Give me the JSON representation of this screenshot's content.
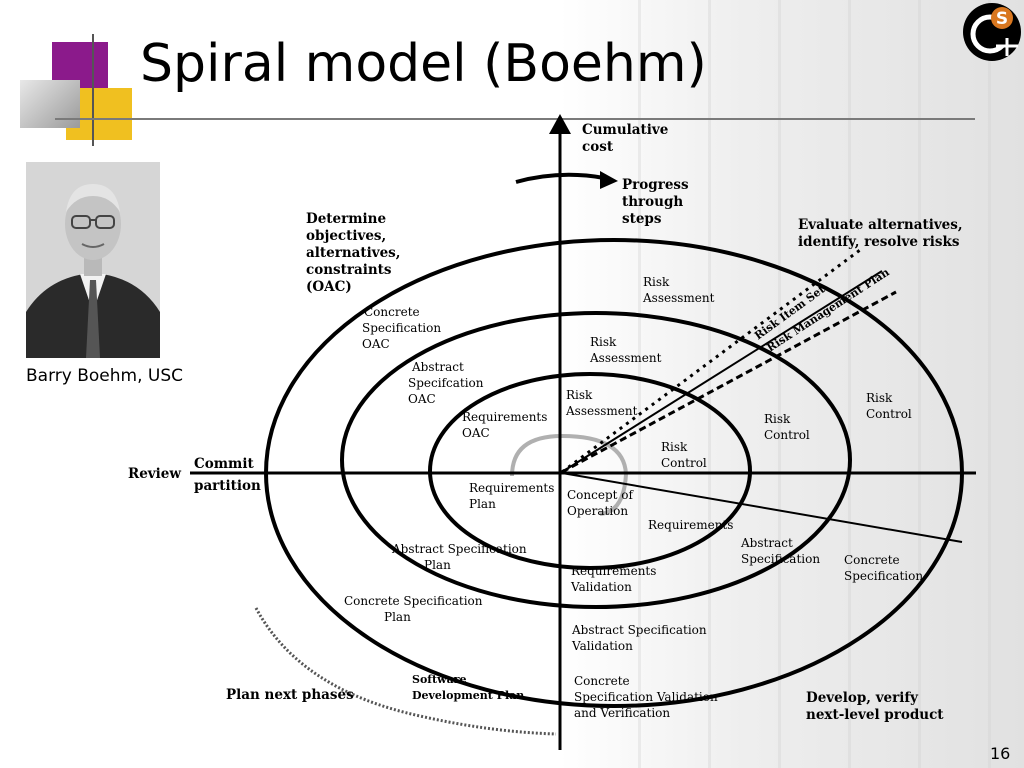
{
  "title": "Spiral model (Boehm)",
  "logo": {
    "text": "S",
    "icon": "cse-logo-icon"
  },
  "caption": "Barry Boehm, USC",
  "slide_number": "16",
  "axis": {
    "y_label_1": "Cumulative",
    "y_label_2": "cost",
    "review": "Review",
    "commit_1": "Commit",
    "commit_2": "partition"
  },
  "progress": [
    "Progress",
    "through",
    "steps"
  ],
  "quadrants": {
    "determine": [
      "Determine",
      "objectives,",
      "alternatives,",
      "constraints",
      "(OAC)"
    ],
    "evaluate": [
      "Evaluate alternatives,",
      "identify, resolve risks"
    ],
    "develop": [
      "Develop, verify",
      "next-level product"
    ],
    "plan": "Plan next phases"
  },
  "spokes": {
    "risk_item_set": "Risk Item Set",
    "risk_management_plan": "Risk Management Plan"
  },
  "labels": {
    "concrete_spec_oac": [
      "Concrete",
      "Specification",
      "OAC"
    ],
    "abstract_spec_oac": [
      "Abstract",
      "Specifcation",
      "OAC"
    ],
    "requirements_oac": [
      "Requirements",
      "OAC"
    ],
    "risk_assessment_outer": [
      "Risk",
      "Assessment"
    ],
    "risk_assessment_mid": [
      "Risk",
      "Assessment"
    ],
    "risk_assessment_inner": [
      "Risk",
      "Assessment"
    ],
    "risk_control_inner": [
      "Risk",
      "Control"
    ],
    "risk_control_mid": [
      "Risk",
      "Control"
    ],
    "risk_control_outer": [
      "Risk",
      "Control"
    ],
    "requirements_plan": [
      "Requirements",
      "Plan"
    ],
    "concept_of_operation": [
      "Concept of",
      "Operation"
    ],
    "requirements": "Requirements",
    "abstract_specification": [
      "Abstract",
      "Specification"
    ],
    "concrete_specification": [
      "Concrete",
      "Specification"
    ],
    "abstract_spec_plan": [
      "Abstract Specification",
      "Plan"
    ],
    "requirements_validation": [
      "Requirements",
      "Validation"
    ],
    "concrete_spec_plan": [
      "Concrete Specification",
      "Plan"
    ],
    "abstract_spec_validation": [
      "Abstract Specification",
      "Validation"
    ],
    "software_dev_plan": [
      "Software",
      "Development Plan"
    ],
    "concrete_spec_vv": [
      "Concrete",
      "Specification Validation",
      "and Verification"
    ]
  },
  "colors": {
    "deco_purple": "#8b1a8b",
    "deco_yellow": "#f0c020",
    "deco_gray": "#b8b8b8",
    "inner_arc": "#b0b0b0"
  }
}
